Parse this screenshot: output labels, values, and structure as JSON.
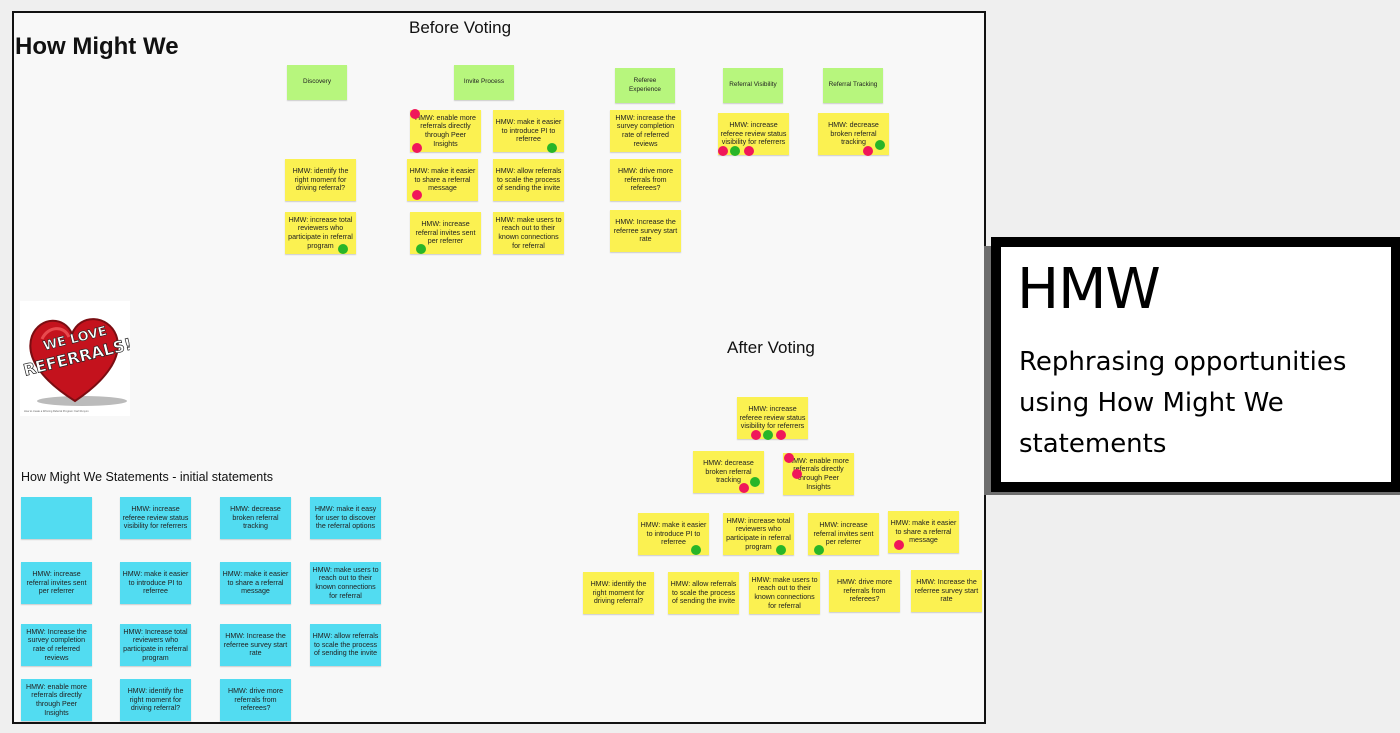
{
  "board": {
    "title": "How Might We",
    "before_heading": "Before Voting",
    "after_heading": "After Voting",
    "initial_heading": "How Might We Statements - initial statements",
    "logo_caption": "How to create a Winning Referral Program: Karl Runyon"
  },
  "categories": [
    "Discovery",
    "Invite Process",
    "Referee Experience",
    "Referral Visibility",
    "Referral Tracking"
  ],
  "before_notes": [
    "HMW: enable more referrals directly through Peer Insights",
    "HMW: make it easier to introduce PI to referree",
    "HMW: increase the survey completion rate of referred reviews",
    "HMW: increase referee review status visibility for referrers",
    "HMW: decrease broken referral tracking",
    "HMW: identify the right moment for driving referral?",
    "HMW: make it easier to share a referral message",
    "HMW: allow referrals to scale the process of sending the invite",
    "HMW: drive more referrals from referees?",
    "HMW: increase total reviewers who participate in referral program",
    "HMW: increase referral invites sent per referrer",
    "HMW: make users to reach out to their known connections for referral",
    "HMW: Increase the referree survey start rate"
  ],
  "after_notes": [
    "HMW: increase referee review status visibility for referrers",
    "HMW: decrease broken referral tracking",
    "HMW: enable more referrals directly through Peer Insights",
    "HMW: make it easier to introduce PI to referree",
    "HMW: increase total reviewers who participate in referral program",
    "HMW: increase referral invites sent per referrer",
    "HMW: make it easier to share a referral message",
    "HMW: identify the right moment for driving referral?",
    "HMW: allow referrals to scale the process of sending the invite",
    "HMW: make users to reach out to their known connections for referral",
    "HMW: drive more referrals from referees?",
    "HMW: Increase the referree survey start rate"
  ],
  "initial_notes": [
    "",
    "HMW: increase referee review status visibility for referrers",
    "HMW: decrease broken referral tracking",
    "HMW: make it easy for user to discover the referral options",
    "HMW: increase referral invites sent per referrer",
    "HMW: make it easier to introduce PI to referree",
    "HMW: make it easier to share a referral message",
    "HMW: make users to reach out to their known connections for referral",
    "HMW: Increase the survey completion rate of referred reviews",
    "HMW: Increase total reviewers who participate in referral program",
    "HMW: Increase the referree survey start rate",
    "HMW: allow referrals to scale the process of sending the invite",
    "HMW: enable more referrals directly through Peer Insights",
    "HMW: identify the right moment for driving referral?",
    "HMW: drive more referrals from referees?"
  ],
  "panel": {
    "title": "HMW",
    "text": "Rephrasing opportunities using How Might We statements"
  },
  "colors": {
    "sticky_yellow": "#fbf151",
    "sticky_green": "#b7f67d",
    "sticky_blue": "#52dcf1",
    "vote_red": "#f0175a",
    "vote_green": "#28b528"
  }
}
